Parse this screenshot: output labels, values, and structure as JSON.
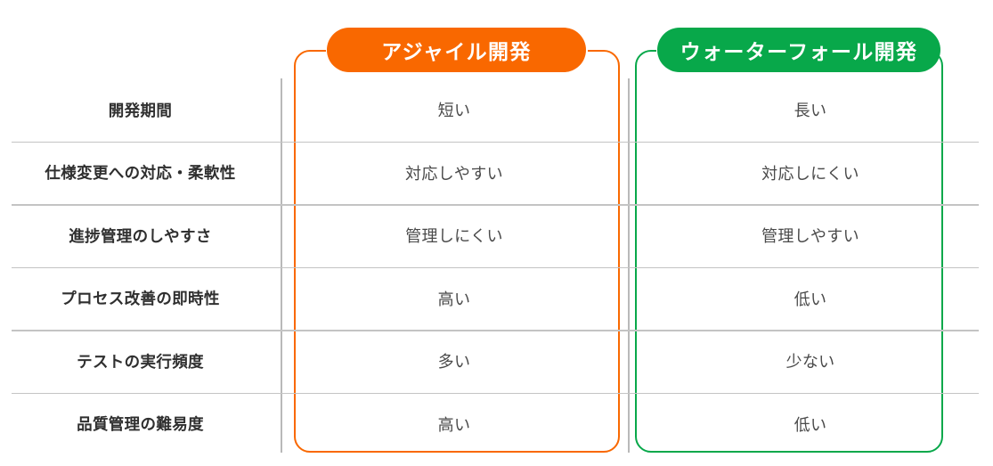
{
  "theme": {
    "agile_color": "#F96800",
    "waterfall_color": "#08A84A",
    "divider_color": "#c4c4c4",
    "separator_color": "#b9b9b9",
    "label_text_color": "#2f2f2f",
    "value_text_color": "#4a4a4a",
    "background": "#ffffff"
  },
  "table": {
    "headers": {
      "label_column": "",
      "agile": "アジャイル開発",
      "waterfall": "ウォーターフォール開発"
    },
    "rows": [
      {
        "label": "開発期間",
        "agile": "短い",
        "waterfall": "長い"
      },
      {
        "label": "仕様変更への対応・柔軟性",
        "agile": "対応しやすい",
        "waterfall": "対応しにくい"
      },
      {
        "label": "進捗管理のしやすさ",
        "agile": "管理しにくい",
        "waterfall": "管理しやすい"
      },
      {
        "label": "プロセス改善の即時性",
        "agile": "高い",
        "waterfall": "低い"
      },
      {
        "label": "テストの実行頻度",
        "agile": "多い",
        "waterfall": "少ない"
      },
      {
        "label": "品質管理の難易度",
        "agile": "高い",
        "waterfall": "低い"
      }
    ]
  }
}
